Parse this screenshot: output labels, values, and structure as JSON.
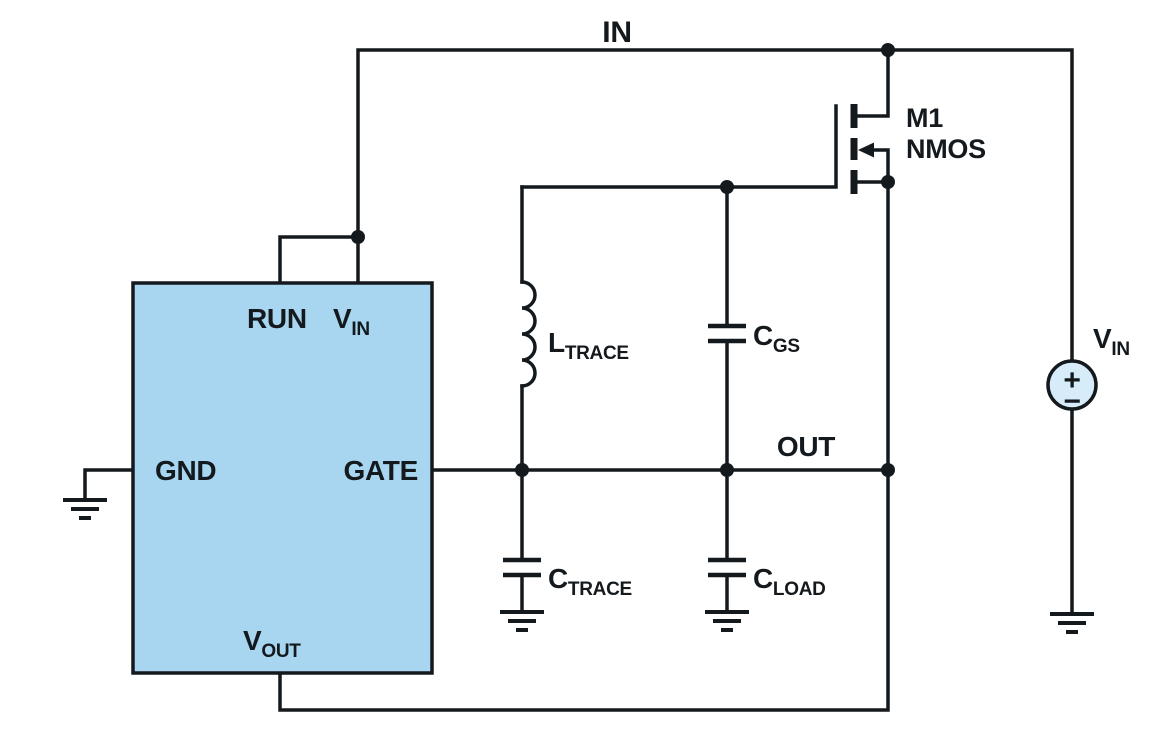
{
  "diagram": {
    "type": "analog-circuit-schematic",
    "background": "#ffffff",
    "colors": {
      "wire": "#14191d",
      "text": "#14191d",
      "ic_fill": "#a8d6f0",
      "ic_stroke": "#14191d",
      "source_fill": "#d6ecf9"
    },
    "nets": {
      "in_label": "IN",
      "out_label": "OUT"
    },
    "ic": {
      "pin_run": "RUN",
      "pin_vin": {
        "main": "V",
        "sub": "IN"
      },
      "pin_gnd": "GND",
      "pin_gate": "GATE",
      "pin_vout": {
        "main": "V",
        "sub": "OUT"
      }
    },
    "inductor_ltrace": {
      "main": "L",
      "sub": "TRACE"
    },
    "cap_ctrace": {
      "main": "C",
      "sub": "TRACE"
    },
    "cap_cgs": {
      "main": "C",
      "sub": "GS"
    },
    "cap_cload": {
      "main": "C",
      "sub": "LOAD"
    },
    "mosfet": {
      "ref": "M1",
      "type": "NMOS"
    },
    "source": {
      "label": {
        "main": "V",
        "sub": "IN"
      },
      "plus": "+",
      "minus": "−"
    }
  }
}
